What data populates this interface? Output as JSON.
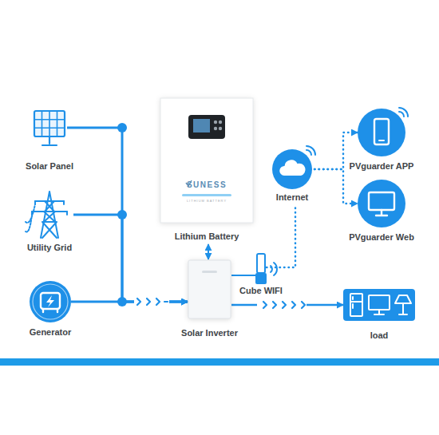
{
  "diagram": {
    "nodes": [
      {
        "text": [
          "Solar Panel"
        ]
      },
      {
        "text": [
          "Utility Grid"
        ]
      },
      {
        "text": [
          "Generator"
        ]
      },
      {
        "text": [
          "SUNESS",
          "Lithium Battery",
          "LITHIUM BATTERY"
        ]
      },
      {
        "text": [
          "Solar Inverter"
        ]
      },
      {
        "text": [
          "Cube WIFI"
        ]
      },
      {
        "text": [
          "Internet"
        ]
      },
      {
        "text": [
          "PVguarder APP"
        ]
      },
      {
        "text": [
          "PVguarder Web"
        ]
      },
      {
        "text": [
          "load"
        ]
      }
    ],
    "edges": [
      {
        "from": 0,
        "to": 4,
        "arrow": "to"
      },
      {
        "from": 1,
        "to": 4,
        "arrow": "to"
      },
      {
        "from": 2,
        "to": 4,
        "arrow": "to"
      },
      {
        "from": 3,
        "to": 4,
        "arrow": "both"
      },
      {
        "from": 4,
        "to": 9,
        "arrow": "to"
      },
      {
        "from": 4,
        "to": 5,
        "arrow": "none"
      },
      {
        "from": 5,
        "to": 6,
        "arrow": "none"
      },
      {
        "from": 6,
        "to": 7,
        "arrow": "to"
      },
      {
        "from": 6,
        "to": 8,
        "arrow": "to"
      }
    ]
  }
}
